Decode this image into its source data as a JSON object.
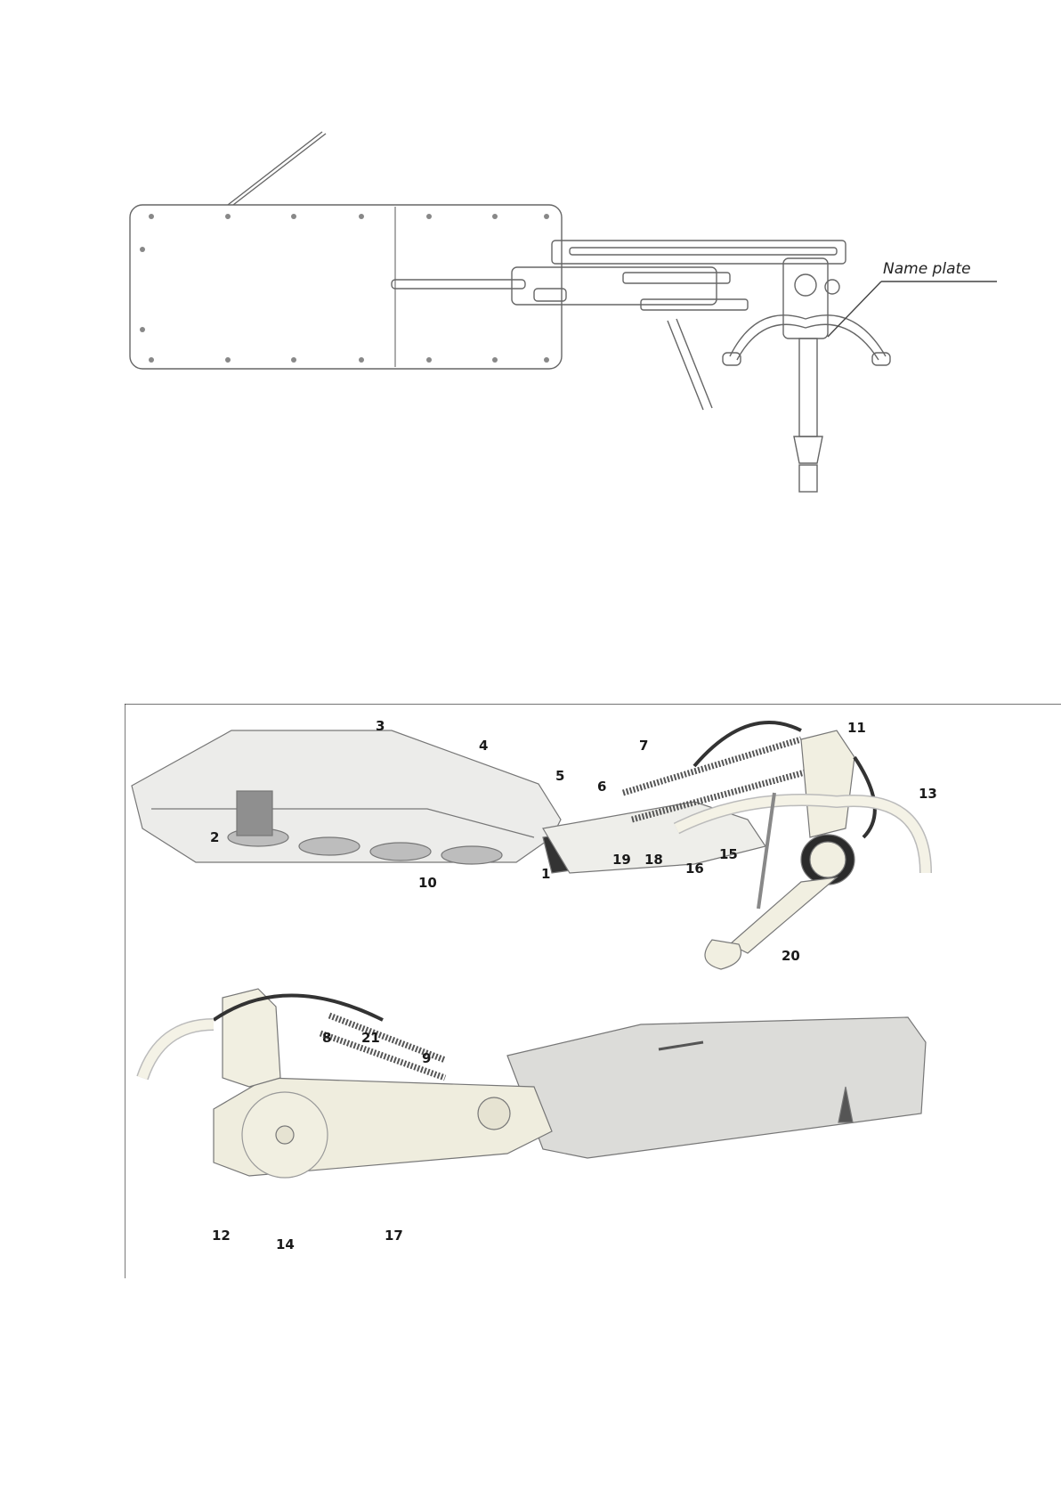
{
  "top_drawing": {
    "callout_label": "Name plate"
  },
  "bottom_drawing": {
    "part_numbers": [
      "1",
      "2",
      "3",
      "4",
      "5",
      "6",
      "7",
      "8",
      "9",
      "10",
      "11",
      "12",
      "13",
      "14",
      "15",
      "16",
      "17",
      "18",
      "19",
      "20",
      "21"
    ]
  },
  "colors": {
    "line": "#555555",
    "body_fill": "#e9e9e6",
    "cream": "#f1efe1",
    "dark": "#222222"
  }
}
